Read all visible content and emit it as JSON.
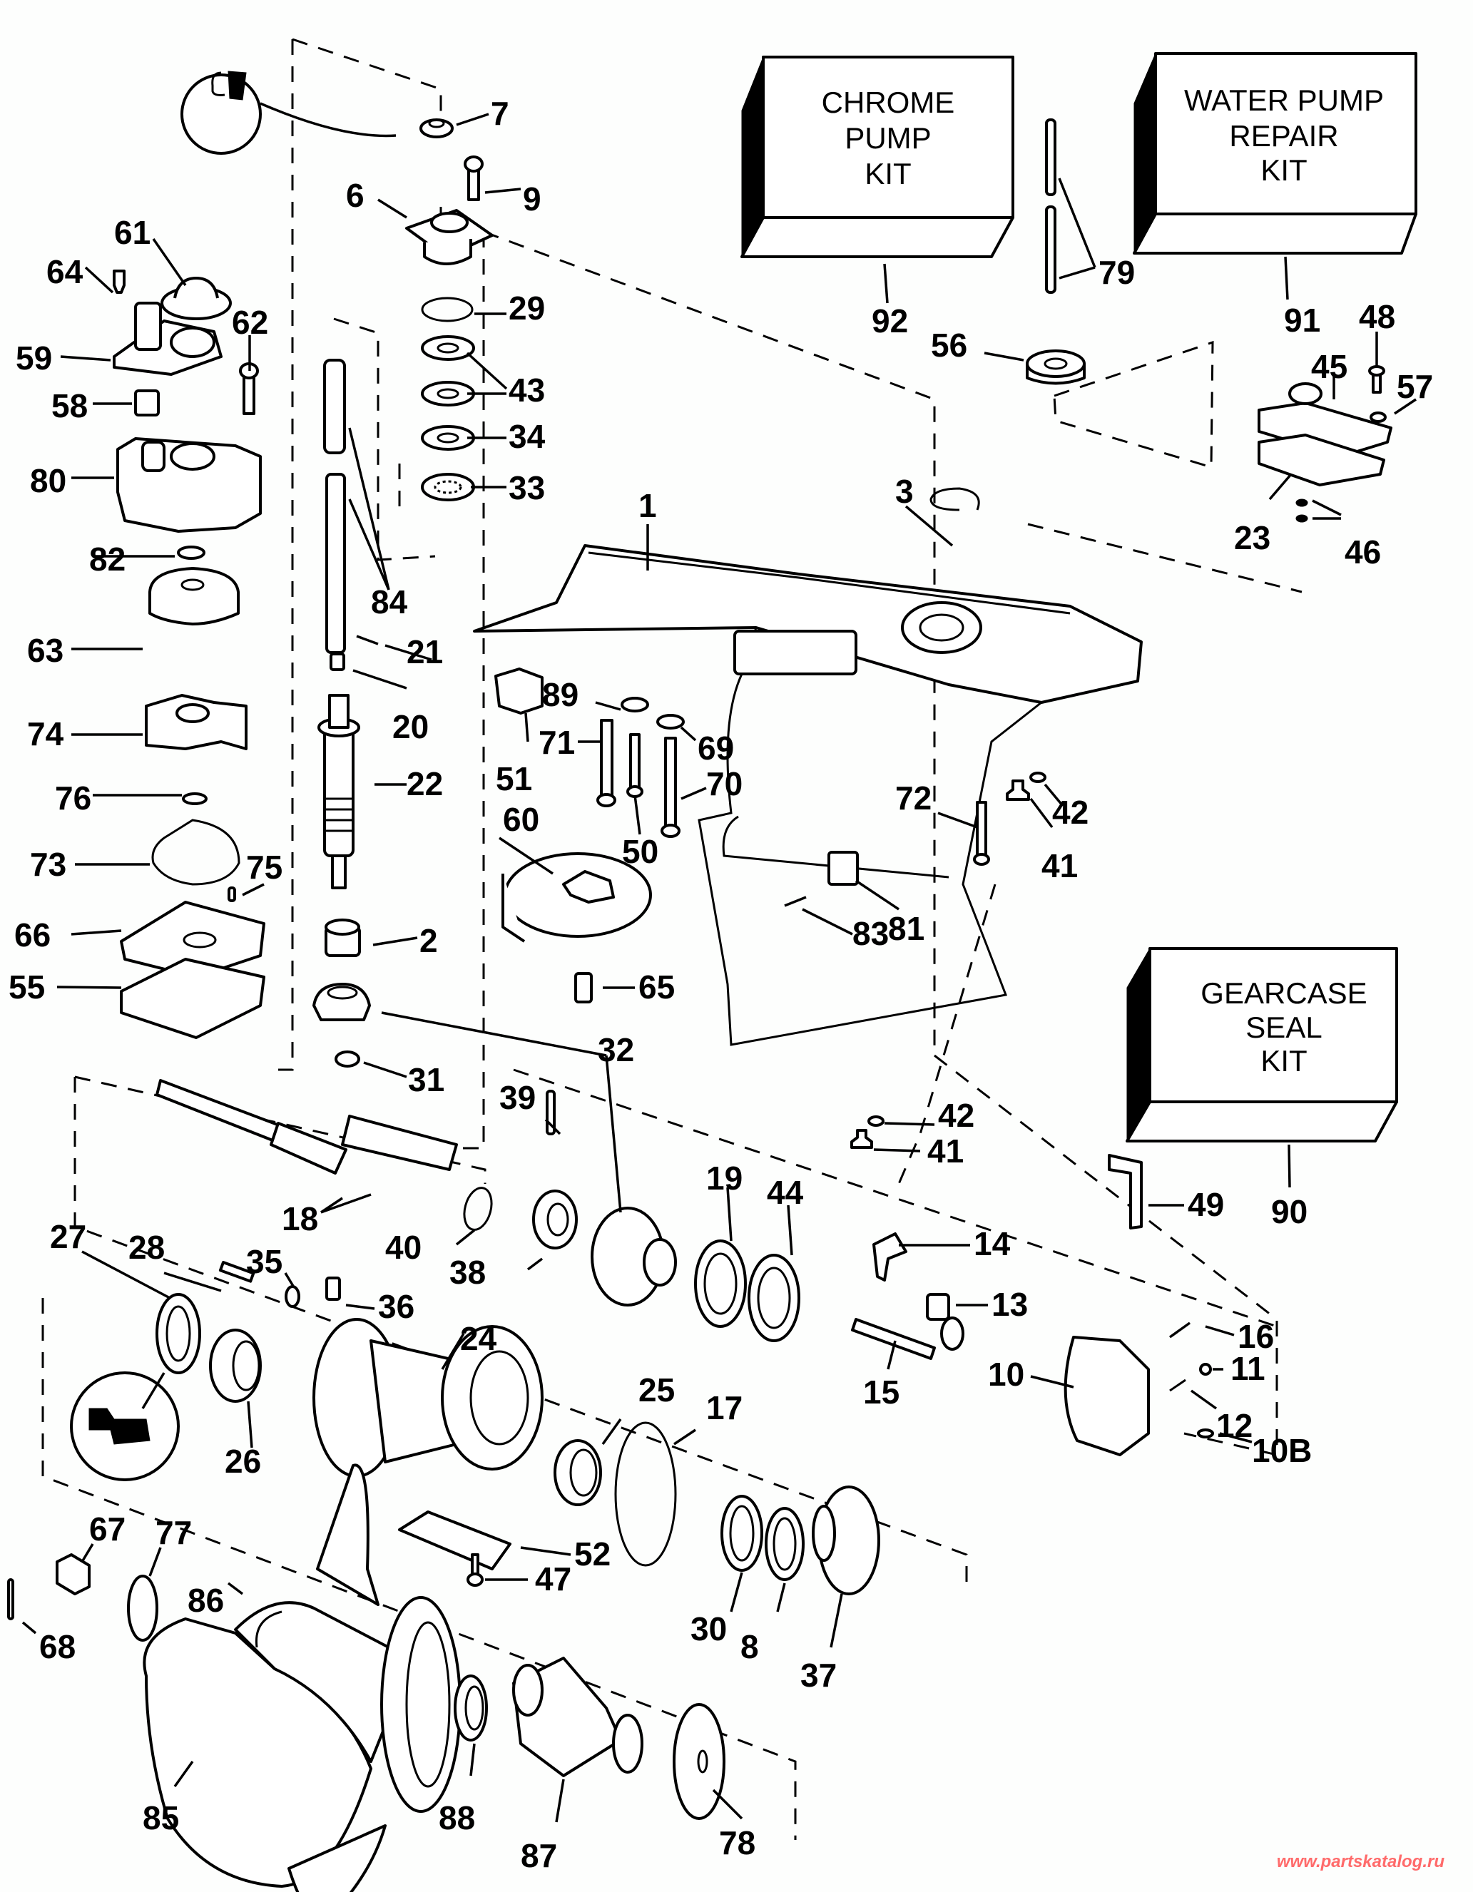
{
  "diagram": {
    "title": "Gearcase exploded parts diagram",
    "kits": [
      {
        "id": "92",
        "lines": [
          "CHROME",
          "PUMP",
          "KIT"
        ]
      },
      {
        "id": "91",
        "lines": [
          "WATER PUMP",
          "REPAIR",
          "KIT"
        ]
      },
      {
        "id": "90",
        "lines": [
          "GEARCASE",
          "SEAL",
          "KIT"
        ]
      }
    ],
    "callouts": [
      "1",
      "2",
      "3",
      "6",
      "7",
      "8",
      "9",
      "10",
      "10B",
      "11",
      "12",
      "13",
      "14",
      "15",
      "16",
      "17",
      "18",
      "19",
      "20",
      "21",
      "22",
      "23",
      "24",
      "25",
      "26",
      "27",
      "28",
      "29",
      "30",
      "31",
      "32",
      "33",
      "34",
      "35",
      "36",
      "37",
      "38",
      "39",
      "40",
      "41",
      "42",
      "43",
      "44",
      "45",
      "46",
      "47",
      "48",
      "49",
      "50",
      "51",
      "52",
      "55",
      "56",
      "57",
      "58",
      "59",
      "60",
      "61",
      "62",
      "63",
      "64",
      "65",
      "66",
      "67",
      "68",
      "69",
      "70",
      "71",
      "72",
      "73",
      "74",
      "75",
      "76",
      "77",
      "78",
      "79",
      "80",
      "81",
      "82",
      "83",
      "84",
      "85",
      "86",
      "87",
      "88",
      "89",
      "90",
      "91",
      "92"
    ],
    "labels": {
      "c1": "1",
      "c2": "2",
      "c3": "3",
      "c6": "6",
      "c7": "7",
      "c8": "8",
      "c9": "9",
      "c10": "10",
      "c10B": "10B",
      "c11": "11",
      "c12": "12",
      "c13": "13",
      "c14": "14",
      "c15": "15",
      "c16": "16",
      "c17": "17",
      "c18": "18",
      "c19": "19",
      "c20": "20",
      "c21": "21",
      "c22": "22",
      "c23": "23",
      "c24": "24",
      "c25": "25",
      "c26": "26",
      "c27": "27",
      "c28": "28",
      "c29": "29",
      "c30": "30",
      "c31": "31",
      "c32": "32",
      "c33": "33",
      "c34": "34",
      "c35": "35",
      "c36": "36",
      "c37": "37",
      "c38": "38",
      "c39": "39",
      "c40": "40",
      "c41a": "41",
      "c41b": "41",
      "c42a": "42",
      "c42b": "42",
      "c43": "43",
      "c44": "44",
      "c45": "45",
      "c46": "46",
      "c47": "47",
      "c48": "48",
      "c49": "49",
      "c50": "50",
      "c51": "51",
      "c52": "52",
      "c55": "55",
      "c56": "56",
      "c57": "57",
      "c58": "58",
      "c59": "59",
      "c60": "60",
      "c61": "61",
      "c62": "62",
      "c63": "63",
      "c64": "64",
      "c65": "65",
      "c66": "66",
      "c67": "67",
      "c68": "68",
      "c69": "69",
      "c70": "70",
      "c71": "71",
      "c72": "72",
      "c73": "73",
      "c74": "74",
      "c75": "75",
      "c76": "76",
      "c77": "77",
      "c78": "78",
      "c79": "79",
      "c80": "80",
      "c81": "81",
      "c82": "82",
      "c83": "83",
      "c84": "84",
      "c85": "85",
      "c86": "86",
      "c87": "87",
      "c88": "88",
      "c89": "89",
      "c90": "90",
      "c91": "91",
      "c92": "92"
    }
  },
  "watermark": "www.partskatalog.ru"
}
